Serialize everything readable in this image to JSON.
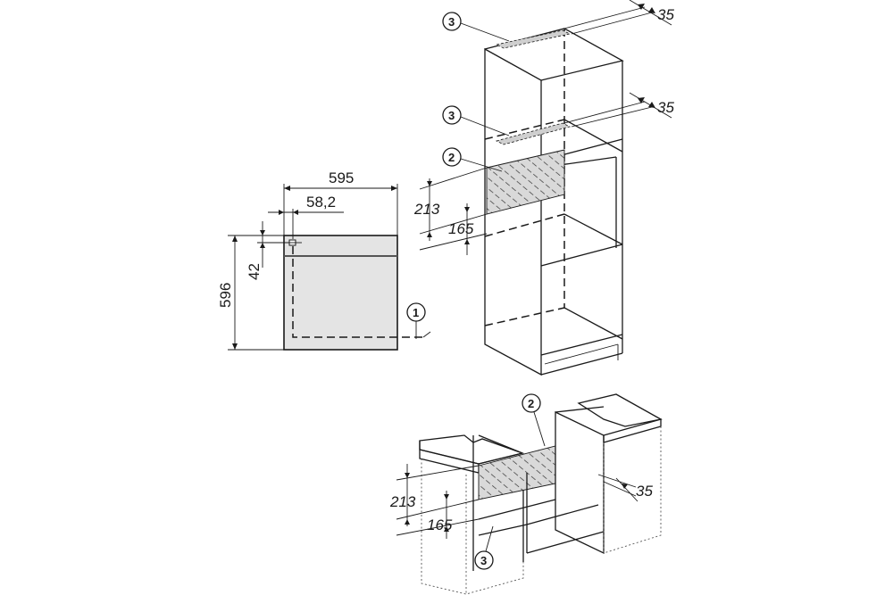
{
  "front_view": {
    "width": "595",
    "offset": "58,2",
    "height": "596",
    "top_gap": "42",
    "callout": "1"
  },
  "tall_unit": {
    "gap_top": "35",
    "gap_mid": "35",
    "niche": "213",
    "shelf": "165",
    "callout_top": "3",
    "callout_mid": "3",
    "callout_vent": "2"
  },
  "base_unit": {
    "niche": "213",
    "shelf": "165",
    "gap": "35",
    "callout_vent": "2",
    "callout_cut": "3"
  }
}
